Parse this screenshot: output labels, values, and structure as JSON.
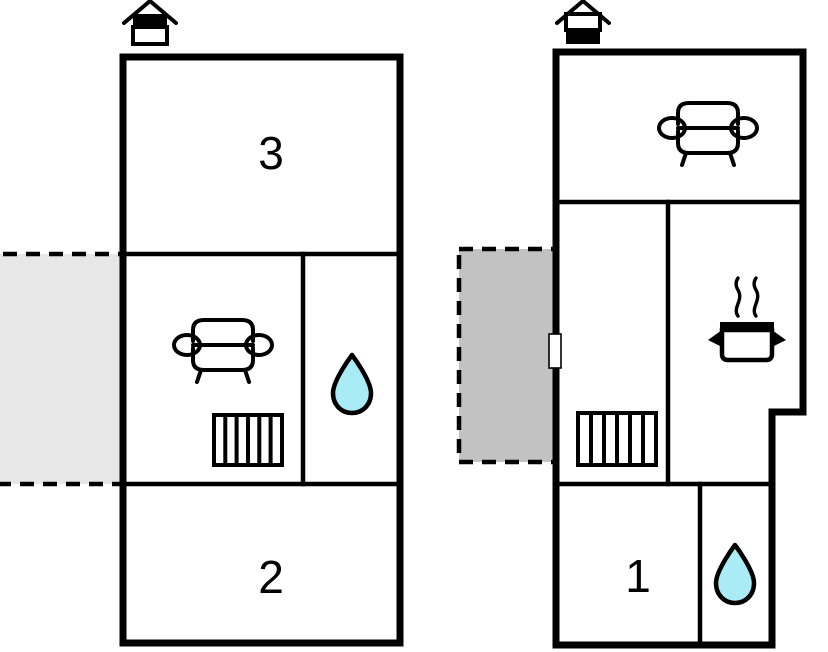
{
  "diagram": {
    "type": "floor-plan",
    "title": "Two-floor property floor plan",
    "panel_count": 2,
    "colors": {
      "wall": "#000000",
      "background": "#ffffff",
      "terrace_upper_fill": "#e7e7e7",
      "terrace_lower_fill": "#c2c2c2",
      "water_drop_fill": "#a9ecf5",
      "icon_outline": "#000000"
    }
  },
  "panels": [
    {
      "id": "panel-left",
      "name": "upper-floor-plan",
      "orientation_marker": {
        "icon": "house-icon",
        "variant": "top-filled",
        "label": ""
      },
      "terrace": {
        "name": "terrace-light",
        "fill": "#e7e7e7",
        "border": "dashed",
        "open_edge": "left"
      },
      "rooms": [
        {
          "id": "l-room-3",
          "number": "3",
          "icons": []
        },
        {
          "id": "l-room-living",
          "number": "",
          "icons": [
            "sofa-icon",
            "radiator-icon"
          ]
        },
        {
          "id": "l-room-bath",
          "number": "",
          "icons": [
            "water-drop-icon"
          ]
        },
        {
          "id": "l-room-2",
          "number": "2",
          "icons": []
        }
      ]
    },
    {
      "id": "panel-right",
      "name": "lower-floor-plan",
      "orientation_marker": {
        "icon": "house-icon",
        "variant": "bottom-filled",
        "label": ""
      },
      "terrace": {
        "name": "terrace-dark",
        "fill": "#c2c2c2",
        "border": "dashed",
        "open_edge": "none"
      },
      "door": {
        "name": "door-opening",
        "wall": "left"
      },
      "rooms": [
        {
          "id": "r-room-living",
          "number": "",
          "icons": [
            "sofa-icon"
          ]
        },
        {
          "id": "r-room-hall",
          "number": "",
          "icons": [
            "radiator-icon"
          ]
        },
        {
          "id": "r-room-kitchen",
          "number": "",
          "icons": [
            "cooking-pot-icon"
          ]
        },
        {
          "id": "r-room-1",
          "number": "1",
          "icons": []
        },
        {
          "id": "r-room-bath",
          "number": "",
          "icons": [
            "water-drop-icon"
          ]
        }
      ]
    }
  ],
  "room_numbers": {
    "left_top": "3",
    "left_bottom": "2",
    "right_bottom": "1"
  },
  "icons": {
    "house": "house-icon",
    "sofa": "sofa-icon",
    "radiator": "radiator-icon",
    "water_drop": "water-drop-icon",
    "cooking_pot": "cooking-pot-icon",
    "door": "door-opening-icon"
  }
}
